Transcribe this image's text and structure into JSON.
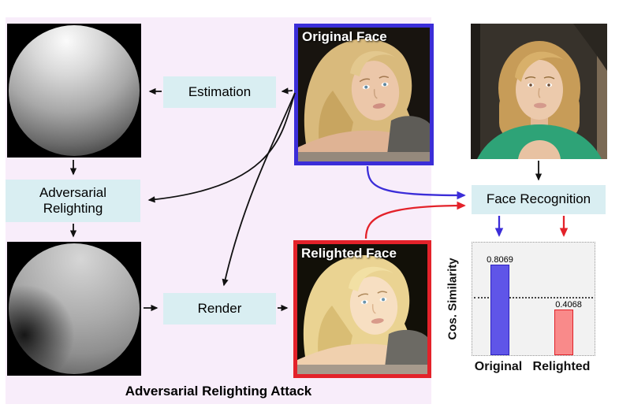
{
  "colors": {
    "panel-bg": "#f8edfa",
    "box-bg": "#d9eef2",
    "blue": "#3b2dd8",
    "red": "#e3222a",
    "bar-blue-fill": "#5f55e8",
    "bar-blue-border": "#2d23c0",
    "bar-red-fill": "#f98a8a",
    "bar-red-border": "#e02128",
    "chart-bg": "#f2f2f2",
    "arrow-black": "#111111"
  },
  "pipeline": {
    "caption": "Adversarial Relighting Attack",
    "estimation_label": "Estimation",
    "adversarial_relighting_label": "Adversarial Relighting",
    "render_label": "Render",
    "face_recognition_label": "Face Recognition"
  },
  "images": {
    "original_face_label": "Original Face",
    "relighted_face_label": "Relighted Face"
  },
  "chart_data": {
    "type": "bar",
    "title": "",
    "categories": [
      "Original",
      "Relighted"
    ],
    "values": [
      0.8069,
      0.4068
    ],
    "value_labels": [
      "0.8069",
      "0.4068"
    ],
    "ylabel": "Cos. Similarity",
    "xlabel": "",
    "ylim": [
      0,
      1
    ],
    "threshold": 0.5,
    "grid": false,
    "legend_position": "none",
    "series_colors": [
      "#5f55e8",
      "#f98a8a"
    ]
  }
}
